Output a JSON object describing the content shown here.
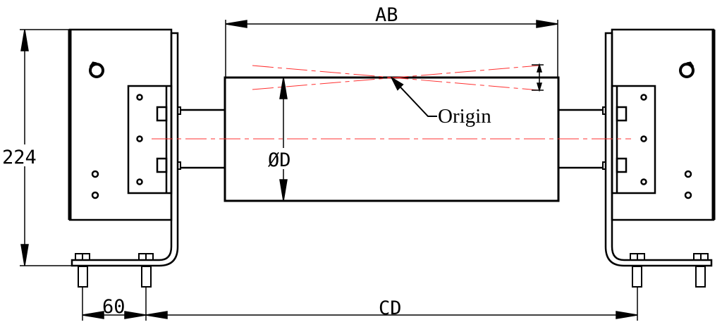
{
  "diagram": {
    "labels": {
      "height_dim": "224",
      "bolt_spacing_dim": "60",
      "shaft_spacing_dim": "CD",
      "roller_length_dim": "AB",
      "diameter_dim": "ØD",
      "origin": "Origin"
    },
    "colors": {
      "line": "#000000",
      "centerline": "#ff3030"
    }
  }
}
